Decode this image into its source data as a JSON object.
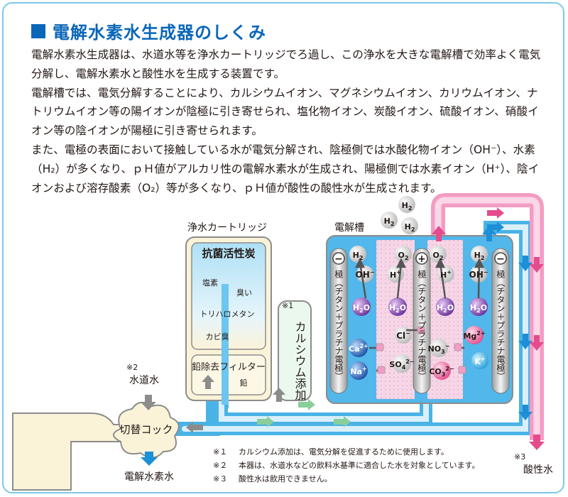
{
  "heading": "電解水素水生成器のしくみ",
  "intro": [
    "電解水素水生成器は、水道水等を浄水カートリッジでろ過し、この浄水を大きな電解槽で効率よく電気分解し、電解水素水と酸性水を生成する装置です。",
    "電解槽では、電気分解することにより、カルシウムイオン、マグネシウムイオン、カリウムイオン、ナトリウムイオン等の陽イオンが陰極に引き寄せられ、塩化物イオン、炭酸イオン、硫酸イオン、硝酸イオン等の陰イオンが陽極に引き寄せられます。",
    "また、電極の表面において接触している水が電気分解され、陰極側では水酸化物イオン（OH⁻）、水素（H₂）が多くなり、ｐＨ値がアルカリ性の電解水素水が生成され、陽極側では水素イオン（H⁺）、陰イオンおよび溶存酸素（O₂）等が多くなり、ｐＨ値が酸性の酸性水が生成されます。"
  ],
  "labels": {
    "cartridge": "浄水カートリッジ",
    "electrolyzer": "電解槽",
    "antibacterial_carbon": "抗菌活性炭",
    "lead_filter": "鉛除去フィルター",
    "lead": "鉛",
    "chlorine": "塩素",
    "odor": "臭い",
    "trihalomethane": "トリハロメタン",
    "mold_odor": "カビ臭",
    "calcium_mark": "※1",
    "calcium": "カルシウム添加",
    "tap_mark": "※2",
    "tap_water": "水道水",
    "switch_cock": "切替コック",
    "hydrogen_water": "電解水素水",
    "acid_mark": "※3",
    "acid_water": "酸性水",
    "cathode_left": "極（チタン＋プラチナ電極）",
    "anode": "極（チタン＋プラチナ電極）",
    "cathode_right": "極（チタン＋プラチナ電極）",
    "minus": "−",
    "plus": "+"
  },
  "ions": {
    "h2": "H",
    "o2": "O",
    "oh": "OH",
    "h_plus": "H",
    "h2o": "H",
    "cl": "Cl",
    "ca": "Ca",
    "na": "Na",
    "so4": "SO",
    "no3": "NO",
    "co2": "CO",
    "mg": "Mg",
    "k": "K"
  },
  "footnotes": [
    {
      "mark": "※１",
      "text": "カルシウム添加は、電気分解を促進するために使用します。"
    },
    {
      "mark": "※２",
      "text": "本器は、水道水などの飲料水基準に適合した水を対象としています。"
    },
    {
      "mark": "※３",
      "text": "酸性水は飲用できません。"
    }
  ],
  "colors": {
    "accent": "#0a66b8",
    "alkaline_pipe": "#4ab3e6",
    "acid_pipe": "#f39cc4",
    "cartridge": "#fbf3d8",
    "tank": "#52b7ea"
  }
}
